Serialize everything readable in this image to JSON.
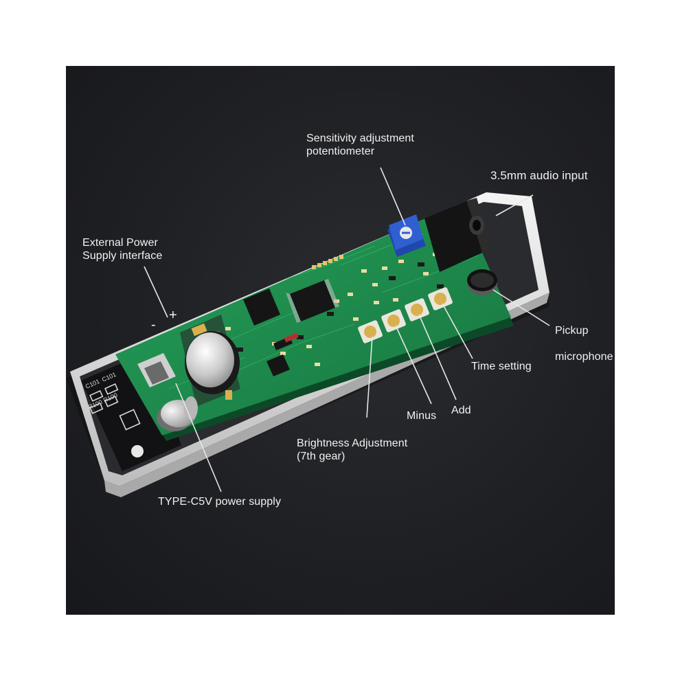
{
  "labels": {
    "sensitivity_line1": "Sensitivity adjustment",
    "sensitivity_line2": "potentiometer",
    "audio_input": "3.5mm audio input",
    "ext_power_line1": "External Power",
    "ext_power_line2": "Supply interface",
    "minus_sign": "-",
    "plus_sign": "+",
    "pickup": "Pickup",
    "microphone": "microphone",
    "time_setting": "Time setting",
    "minus": "Minus",
    "add": "Add",
    "brightness_line1": "Brightness Adjustment",
    "brightness_line2": "(7th gear)",
    "typec": "TYPE-C5V power supply"
  },
  "silkscreen": {
    "c101": "C101",
    "c101b": "C101",
    "r100": "R100",
    "r100b": "R100"
  },
  "colors": {
    "background": "#1f2024",
    "pcb": "#1f8a4c",
    "case": "#e4e4e4",
    "pot_blue": "#2f5fd1",
    "button_gold": "#d9b04f"
  }
}
